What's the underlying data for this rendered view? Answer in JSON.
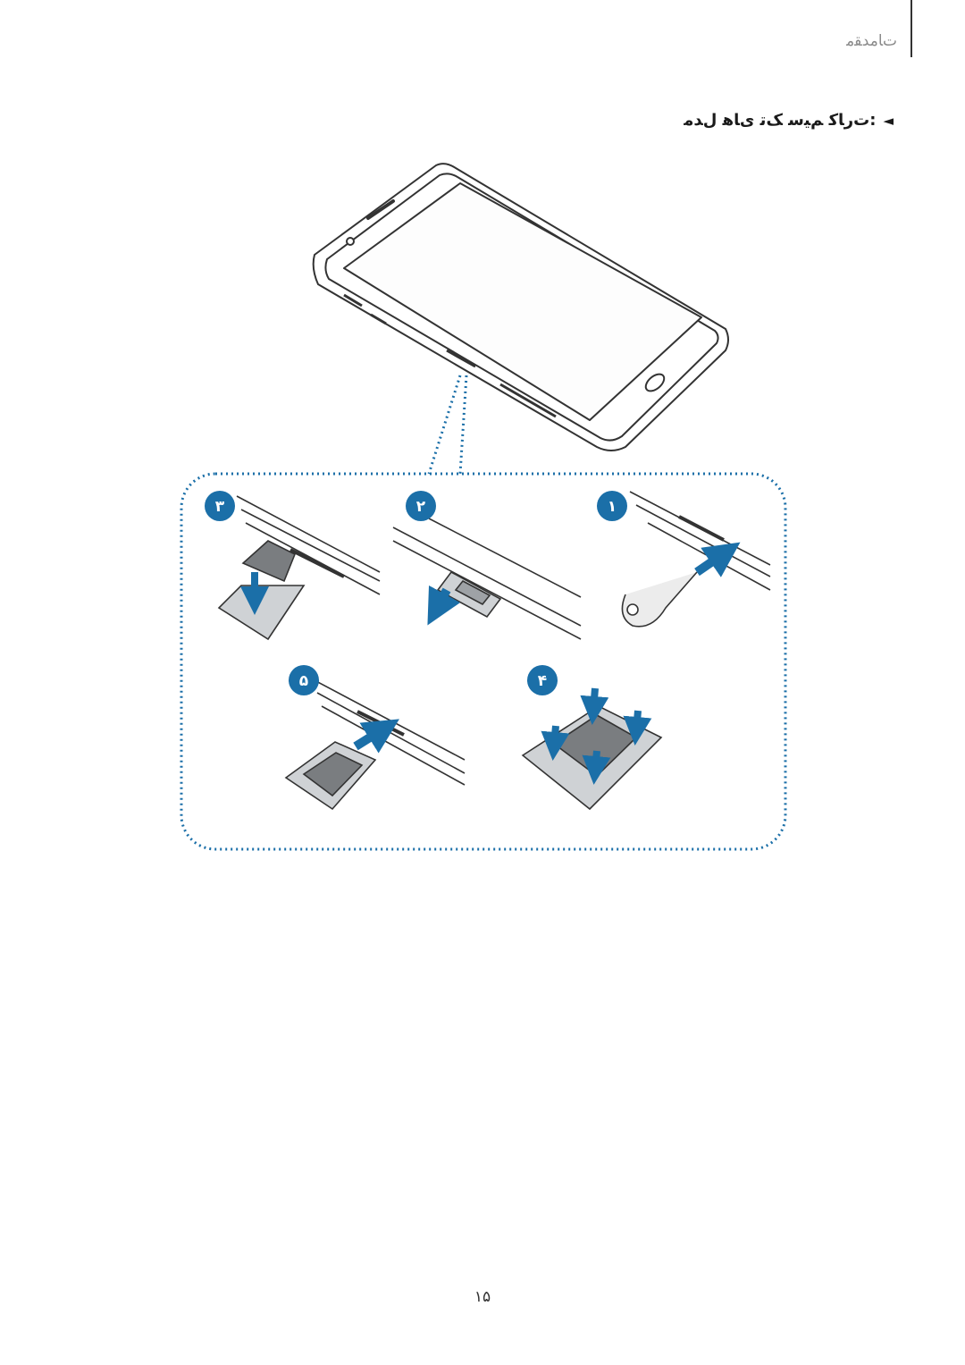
{
  "header": {
    "section_label": "ﺕﺎﻣﺪﻘﻣ"
  },
  "content": {
    "model_title": ":ﺕﺭﺎﮐ ﻢﯿﺳ ﮏﺗ ﯼﺎﻫ ﻝﺪﻣ",
    "title_marker": "◄"
  },
  "steps": [
    {
      "number": "۱",
      "description": "pin-into-tray-hole"
    },
    {
      "number": "۲",
      "description": "pull-out-tray"
    },
    {
      "number": "۳",
      "description": "place-sim-card"
    },
    {
      "number": "۴",
      "description": "press-card-into-tray"
    },
    {
      "number": "۵",
      "description": "insert-tray-into-slot"
    }
  ],
  "colors": {
    "accent": "#1b6fa8",
    "outline": "#333333",
    "tray": "#bfc3c7",
    "sim": "#7a7d80"
  },
  "footer": {
    "page_number": "۱۵"
  }
}
